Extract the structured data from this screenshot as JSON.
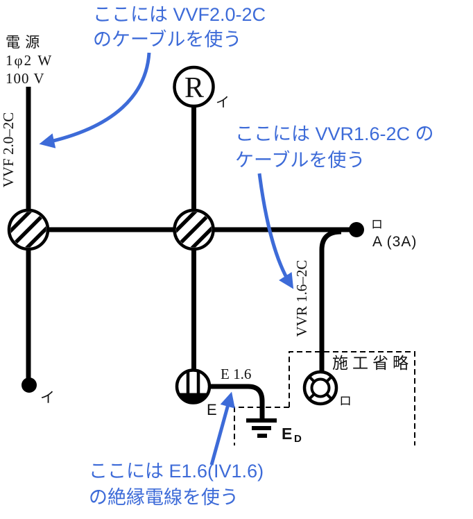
{
  "colors": {
    "annotation": "#3d6bd8",
    "line": "#000000",
    "background": "#ffffff"
  },
  "power_source": {
    "line1": "電 源",
    "line2": "1φ2 W",
    "line3": "100 V"
  },
  "cable_labels": {
    "vvf": "VVF 2.0–2C",
    "vvr": "VVR 1.6–2C",
    "earth_wire": "E 1.6"
  },
  "devices": {
    "lamp_receptacle_letter": "R",
    "lamp_circuit_mark": "イ",
    "bottom_terminal_circuit_mark": "イ",
    "right_terminal_circuit_mark": "ロ",
    "right_terminal_rating": "A (3A)",
    "ceiling_circuit_mark": "ロ",
    "outlet_earth_mark": "E",
    "ground_label_main": "E",
    "ground_label_sub": "D"
  },
  "omitted_section": {
    "label": "施工省略"
  },
  "annotations": {
    "vvf": {
      "line1": "ここには VVF2.0-2C",
      "line2": "のケーブルを使う"
    },
    "vvr": {
      "line1": "ここには VVR1.6-2C の",
      "line2": "ケーブルを使う"
    },
    "iv": {
      "line1": "ここには E1.6(IV1.6)",
      "line2": "の絶縁電線を使う"
    }
  }
}
